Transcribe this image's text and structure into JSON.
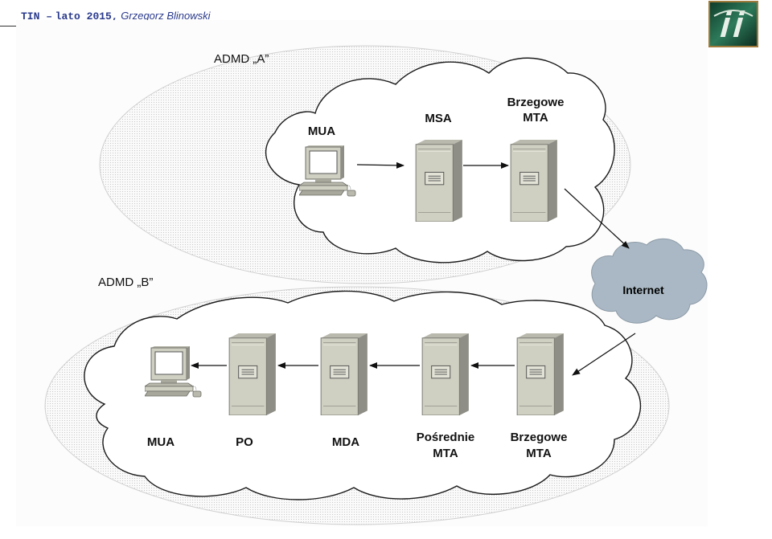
{
  "header": {
    "course": "TIN –",
    "term": "lato 2015,",
    "author": "Grzegorz Blinowski"
  },
  "logo": {
    "icon": "ii-logo-icon"
  },
  "diagram": {
    "admd_a": {
      "title": "ADMD „A”",
      "mua": "MUA",
      "msa": "MSA",
      "edge_mta_line1": "Brzegowe",
      "edge_mta_line2": "MTA"
    },
    "internet": "Internet",
    "admd_b": {
      "title": "ADMD „B”",
      "mua": "MUA",
      "po": "PO",
      "mda": "MDA",
      "relay_mta_line1": "Pośrednie",
      "relay_mta_line2": "MTA",
      "edge_mta_line1": "Brzegowe",
      "edge_mta_line2": "MTA"
    },
    "colors": {
      "halo": "#e6e6e6",
      "server_front": "#cfcfc2",
      "server_side": "#8e8e86",
      "internet_cloud": "#a9b8c4"
    }
  }
}
